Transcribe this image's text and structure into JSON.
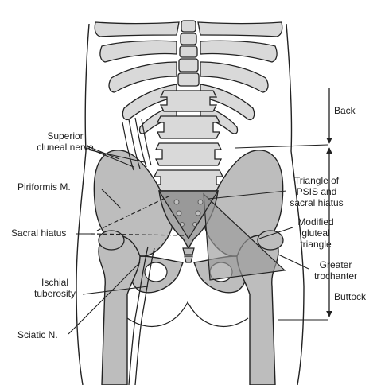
{
  "labels": {
    "superior_cluneal_nerve": [
      "Superior",
      "cluneal nerve"
    ],
    "piriformis": "Piriformis M.",
    "sacral_hiatus": "Sacral hiatus",
    "ischial_tuberosity": [
      "Ischial",
      "tuberosity"
    ],
    "sciatic_nerve": "Sciatic N.",
    "back": "Back",
    "triangle_psis": [
      "Triangle of",
      "PSIS and",
      "sacral hiatus"
    ],
    "modified_gluteal_triangle": [
      "Modified",
      "gluteal",
      "triangle"
    ],
    "greater_trochanter": [
      "Greater",
      "trochanter"
    ],
    "buttock": "Buttock"
  },
  "colors": {
    "line": "#222222",
    "bone": "#bdbdbd",
    "triangle": "#9a9a9a",
    "background": "#ffffff"
  }
}
